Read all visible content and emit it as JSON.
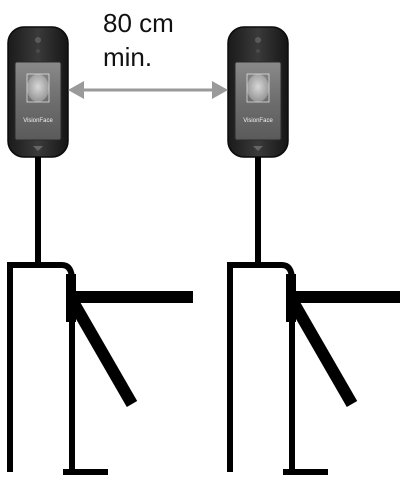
{
  "spacing": {
    "line1": "80 cm",
    "line2": "min."
  },
  "devices": [
    {
      "brand": "VisionFace"
    },
    {
      "brand": "VisionFace"
    }
  ]
}
